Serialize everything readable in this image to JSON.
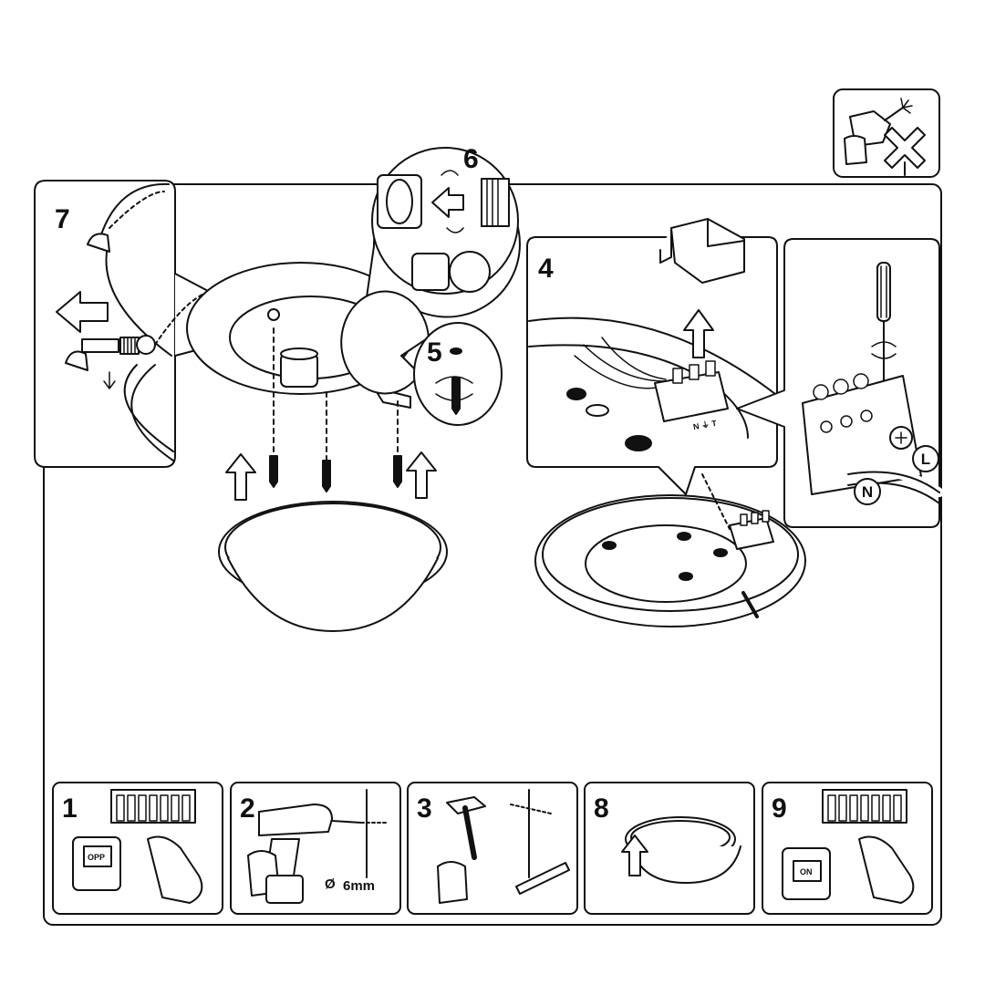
{
  "steps": {
    "s1": "1",
    "s2": "2",
    "s3": "3",
    "s4": "4",
    "s5": "5",
    "s6": "6",
    "s7": "7",
    "s8": "8",
    "s9": "9"
  },
  "labels": {
    "switch_off": "OPP",
    "switch_on": "ON",
    "drill_size": "6mm",
    "diameter_symbol": "Ø",
    "terminal_N": "N",
    "terminal_L": "L",
    "terminal_block": "N ⏚ T"
  },
  "icons": {
    "warning": "no-drilling-near-wires-icon",
    "power_off": "switch-off-icon",
    "power_on": "switch-on-icon",
    "drill": "drill-icon",
    "hammer": "hammer-icon",
    "lamp_base": "lamp-base-icon",
    "arrow": "arrow-icon",
    "screwdriver": "screwdriver-icon"
  }
}
